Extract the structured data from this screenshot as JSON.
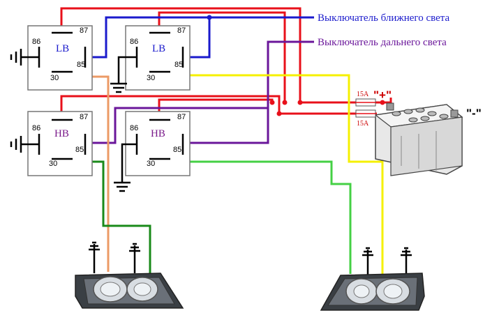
{
  "colors": {
    "red": "#e8101a",
    "blue": "#1a1acc",
    "purple": "#6a169a",
    "yellow": "#f5f000",
    "orange": "#ec9a66",
    "green_dark": "#1a8a1a",
    "green_light": "#44d044",
    "black": "#000000",
    "relay_low_label": "#1a1acc",
    "relay_high_label": "#7a1a8a"
  },
  "relays": [
    {
      "label": "LB",
      "pin_86": "86",
      "pin_87": "87",
      "pin_85": "85",
      "pin_30": "30"
    },
    {
      "label": "LB",
      "pin_86": "86",
      "pin_87": "87",
      "pin_85": "85",
      "pin_30": "30"
    },
    {
      "label": "HB",
      "pin_86": "86",
      "pin_87": "87",
      "pin_85": "85",
      "pin_30": "30"
    },
    {
      "label": "HB",
      "pin_86": "86",
      "pin_87": "87",
      "pin_85": "85",
      "pin_30": "30"
    }
  ],
  "switches": {
    "low_beam": "Выключатель ближнего света",
    "high_beam": "Выключатель дальнего света"
  },
  "battery": {
    "fuse_top": "15A",
    "fuse_bottom": "15A",
    "plus_label": "\"+\"",
    "minus_label": "\"-\""
  },
  "icons": {
    "ground": "ground-symbol-icon",
    "headlight": "headlight-icon",
    "battery": "car-battery-icon",
    "fuse": "fuse-icon"
  }
}
